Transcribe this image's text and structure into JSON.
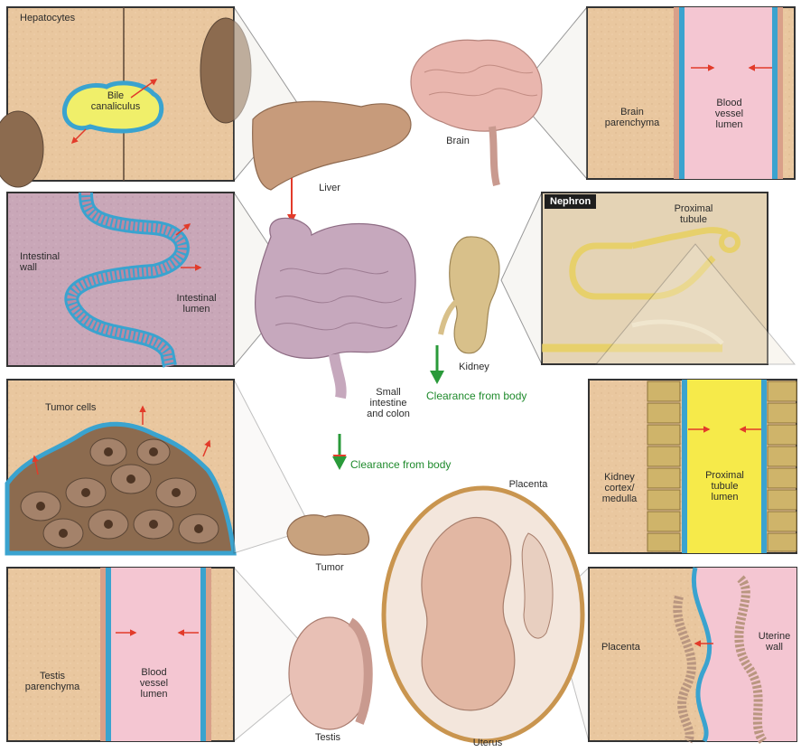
{
  "colors": {
    "tissue": "#e9c79f",
    "membrane": "#3aa3cf",
    "vessel": "#f4c6d2",
    "tubule_lumen": "#f6ea4a",
    "arrow_red": "#e23b2a",
    "arrow_green": "#2a9a3a",
    "organ_flesh": "#c9a08c",
    "intestine": "#c6a8bd"
  },
  "panels": {
    "hepatocytes": {
      "title": "Hepatocytes",
      "lumen_label": "Bile\ncanaliculus"
    },
    "brain": {
      "left_label": "Brain\nparenchyma",
      "lumen_label": "Blood\nvessel\nlumen"
    },
    "intestine": {
      "wall_label": "Intestinal\nwall",
      "lumen_label": "Intestinal\nlumen"
    },
    "nephron": {
      "tag": "Nephron",
      "tubule_label": "Proximal\ntubule"
    },
    "tumor": {
      "title": "Tumor cells"
    },
    "kidney_cortex": {
      "left_label": "Kidney\ncortex/\nmedulla",
      "lumen_label": "Proximal\ntubule\nlumen"
    },
    "testis": {
      "left_label": "Testis\nparenchyma",
      "lumen_label": "Blood\nvessel\nlumen"
    },
    "placenta": {
      "left_label": "Placenta",
      "right_label": "Uterine\nwall"
    }
  },
  "organs": {
    "liver": "Liver",
    "brain": "Brain",
    "intestine": "Small\nintestine\nand colon",
    "kidney": "Kidney",
    "tumor": "Tumor",
    "testis": "Testis",
    "uterus": "Uterus",
    "placenta": "Placenta"
  },
  "clearance": {
    "kidney": "Clearance from body",
    "intestine": "Clearance from body"
  }
}
